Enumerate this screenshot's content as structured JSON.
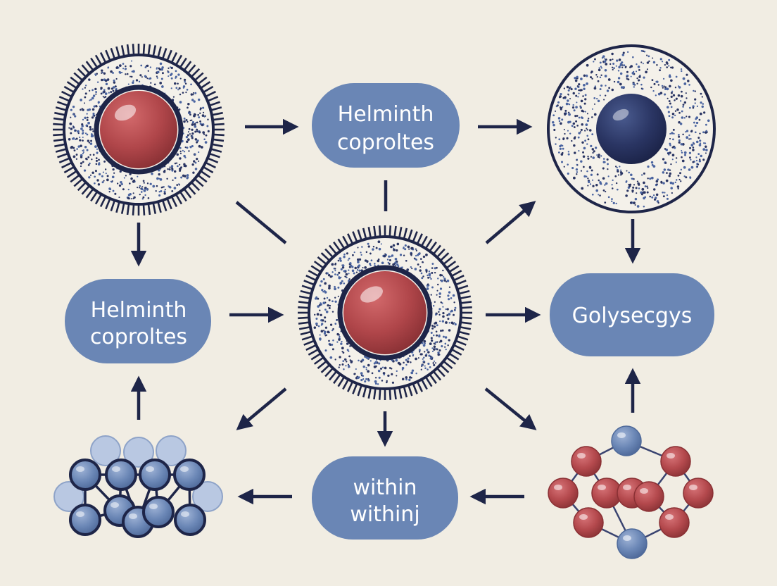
{
  "diagram": {
    "nodes": {
      "top_label": {
        "line1": "Helminth",
        "line2": "coproltes"
      },
      "left_label": {
        "line1": "Helminth",
        "line2": "coproltes"
      },
      "right_label": {
        "text": "Golysecgys"
      },
      "bottom_label": {
        "line1": "within",
        "line2": "withinj"
      }
    },
    "icons": [
      "red-sphere-cell-icon",
      "dark-sphere-cell-icon",
      "central-red-sphere-cell-icon",
      "blue-molecule-lattice-icon",
      "red-molecule-lattice-icon"
    ],
    "colors": {
      "background": "#f1ede3",
      "pill": "#6a86b5",
      "arrow": "#1e2548",
      "red_sphere": "#b0464a",
      "navy_sphere": "#2a3563",
      "blue_sphere": "#6a86b5"
    }
  }
}
